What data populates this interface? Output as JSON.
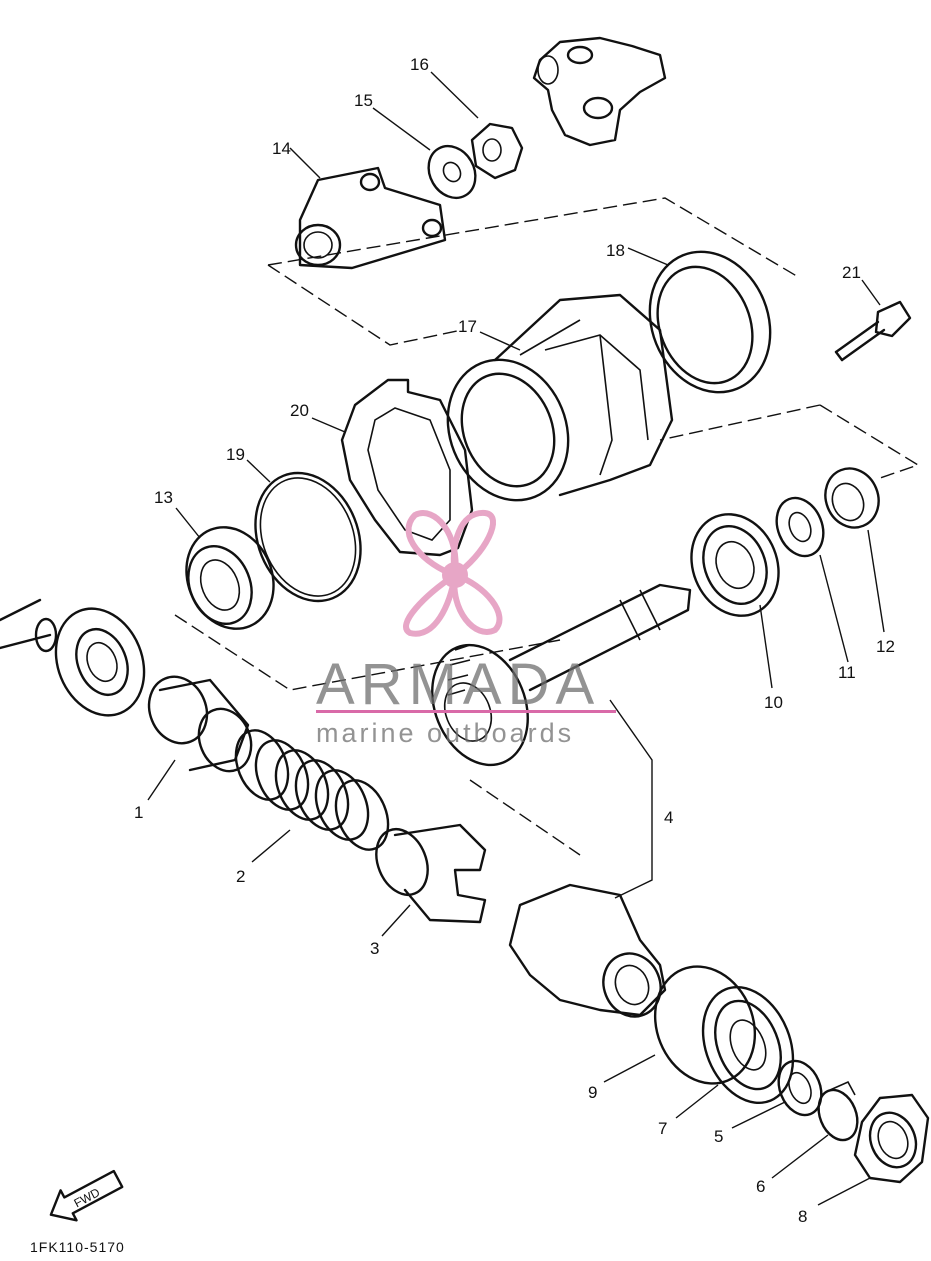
{
  "diagram": {
    "parts": [
      {
        "id": "p1",
        "label": "1"
      },
      {
        "id": "p2",
        "label": "2"
      },
      {
        "id": "p3",
        "label": "3"
      },
      {
        "id": "p4",
        "label": "4"
      },
      {
        "id": "p5",
        "label": "5"
      },
      {
        "id": "p6",
        "label": "6"
      },
      {
        "id": "p7",
        "label": "7"
      },
      {
        "id": "p8",
        "label": "8"
      },
      {
        "id": "p9",
        "label": "9"
      },
      {
        "id": "p10",
        "label": "10"
      },
      {
        "id": "p11",
        "label": "11"
      },
      {
        "id": "p12",
        "label": "12"
      },
      {
        "id": "p13",
        "label": "13"
      },
      {
        "id": "p14",
        "label": "14"
      },
      {
        "id": "p15",
        "label": "15"
      },
      {
        "id": "p16",
        "label": "16"
      },
      {
        "id": "p17",
        "label": "17"
      },
      {
        "id": "p18",
        "label": "18"
      },
      {
        "id": "p19",
        "label": "19"
      },
      {
        "id": "p20",
        "label": "20"
      },
      {
        "id": "p21",
        "label": "21"
      }
    ],
    "fwd_label": "FWD",
    "drawing_code": "1FK110-5170"
  },
  "watermark": {
    "brand": "ARMADA",
    "tagline": "marine outboards",
    "logo_icon": "propeller-icon",
    "logo_color": "#e7a6c6",
    "line_color": "#d96aa8"
  }
}
